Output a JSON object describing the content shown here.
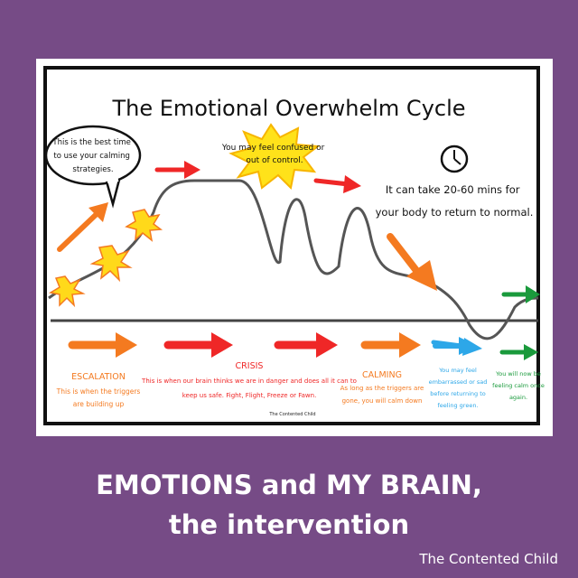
{
  "diagram": {
    "title": "The Emotional Overwhelm Cycle",
    "bubble_text": [
      "This is the best time",
      "to use your calming",
      "strategies."
    ],
    "burst_text": [
      "You may feel confused or",
      "out of control."
    ],
    "clock_icon": "clock-icon",
    "clock_text": [
      "It can take 20-60 mins for",
      "your body to return to normal."
    ],
    "stages": [
      {
        "title": "ESCALATION",
        "lines": [
          "This is when the triggers",
          "are building up"
        ]
      },
      {
        "title": "CRISIS",
        "lines": [
          "This is when our brain thinks we are in danger and does all it can to",
          "keep us safe. Fight, Flight, Freeze or Fawn."
        ]
      },
      {
        "title": "CALMING",
        "lines": [
          "As long as the triggers are",
          "gone, you will calm down"
        ]
      },
      {
        "title": "",
        "lines": [
          "You may feel",
          "embarrassed or sad",
          "before returning to",
          "feeling green."
        ]
      },
      {
        "title": "",
        "lines": [
          "You will now be",
          "feeling calm once",
          "again."
        ]
      }
    ],
    "watermark": "The Contented Child",
    "colors": {
      "escalation": "#f47a20",
      "crisis": "#ef2727",
      "calming": "#f47a20",
      "blue": "#2da7e8",
      "green": "#1a9a3c",
      "burst": "#ffd91a"
    }
  },
  "footer": {
    "line1": "EMOTIONS and MY BRAIN,",
    "line2": "the intervention",
    "credit": "The Contented Child"
  }
}
